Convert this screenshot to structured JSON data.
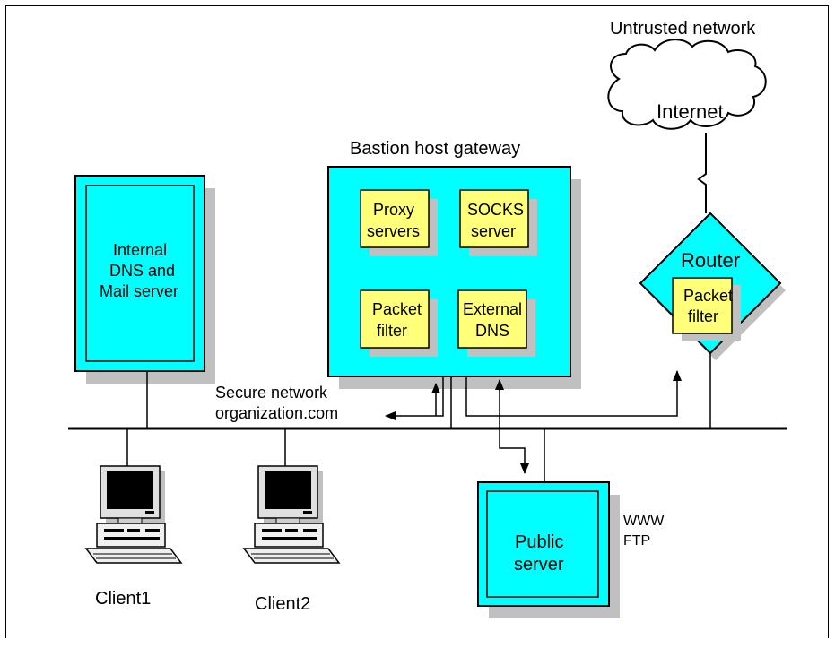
{
  "labels": {
    "untrusted_network": "Untrusted network",
    "internet": "Internet",
    "bastion_title": "Bastion host gateway",
    "proxy_1": "Proxy",
    "proxy_2": "servers",
    "socks_1": "SOCKS",
    "socks_2": "server",
    "packet_filter_1": "Packet",
    "packet_filter_2": "filter",
    "external_dns_1": "External",
    "external_dns_2": "DNS",
    "router": "Router",
    "router_pf_1": "Packet",
    "router_pf_2": "filter",
    "internal_1": "Internal",
    "internal_2": "DNS and",
    "internal_3": "Mail server",
    "secure_1": "Secure network",
    "secure_2": "organization.com",
    "public_1": "Public",
    "public_2": "server",
    "services_1": "WWW",
    "services_2": "FTP",
    "client1": "Client1",
    "client2": "Client2"
  },
  "colors": {
    "box_fill": "#00ffff",
    "component_fill": "#ffff7a",
    "shadow": "#c0c0c0",
    "line": "#000000"
  },
  "icons": [
    "cloud-icon",
    "computer-icon",
    "lightning-link-icon",
    "arrow-icon"
  ]
}
